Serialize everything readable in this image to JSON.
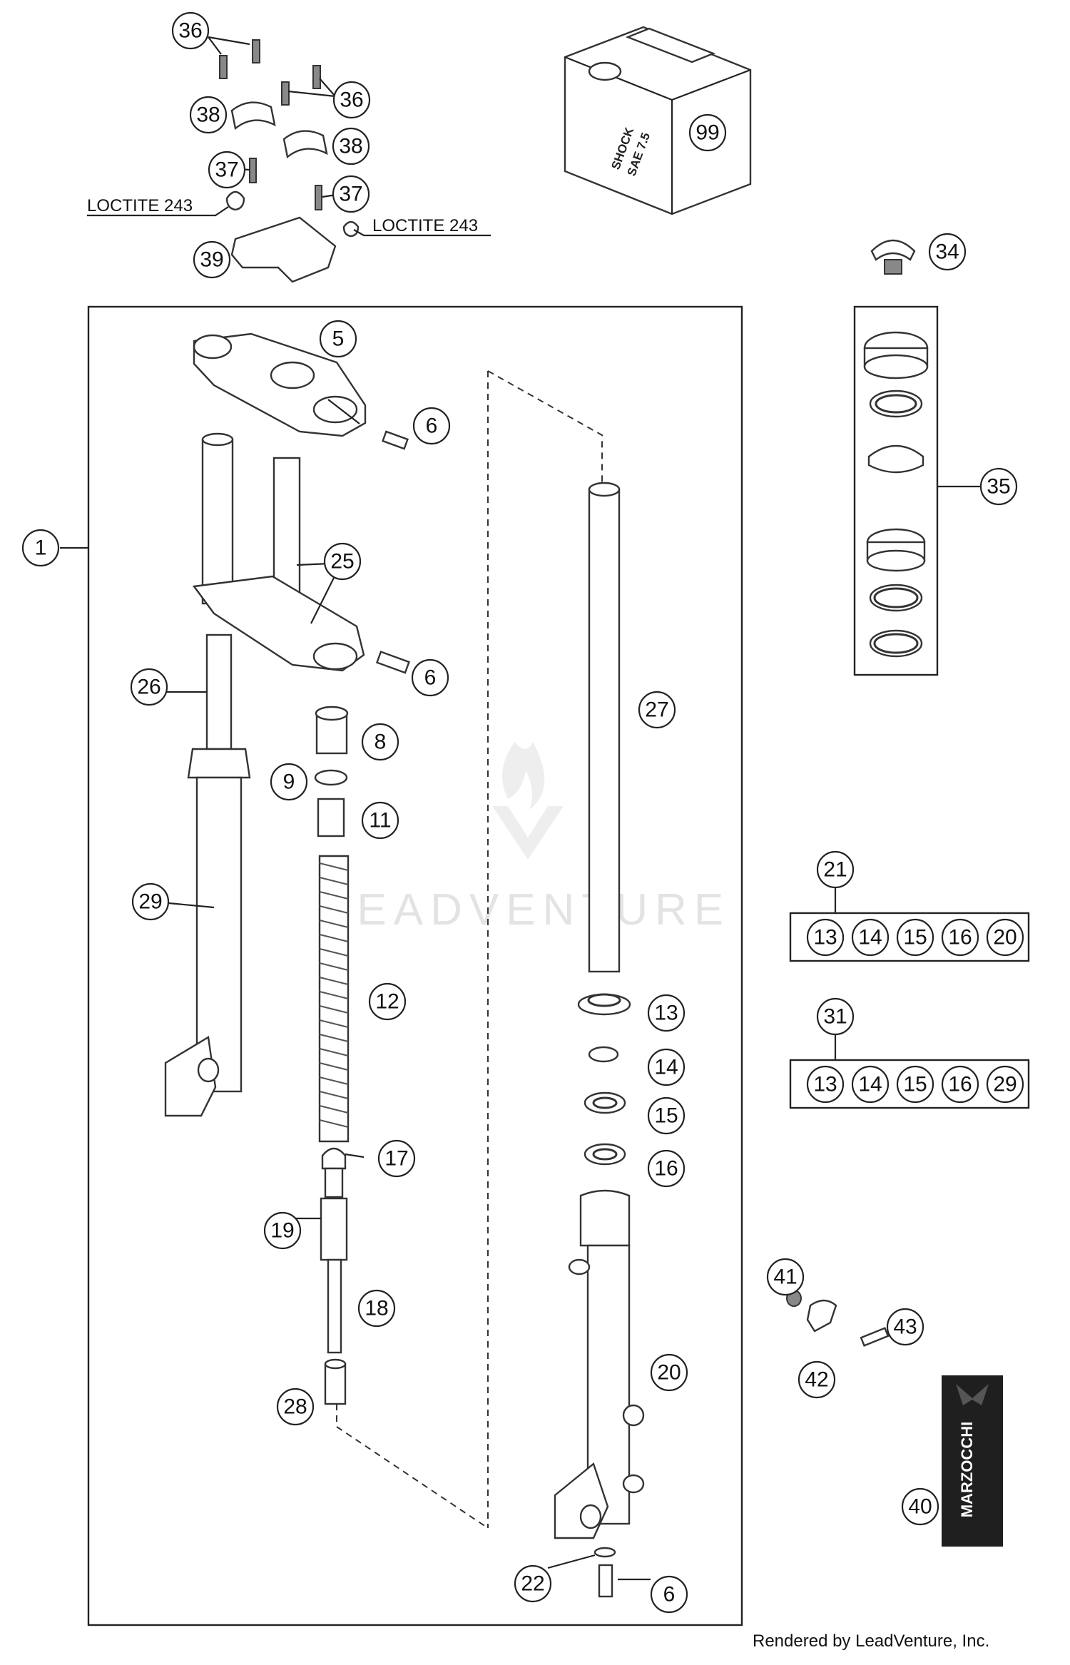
{
  "diagram": {
    "labels": {
      "l1": "1",
      "l5": "5",
      "l6a": "6",
      "l6b": "6",
      "l6c": "6",
      "l8": "8",
      "l9": "9",
      "l11": "11",
      "l12": "12",
      "l13": "13",
      "l14": "14",
      "l15": "15",
      "l16": "16",
      "l17": "17",
      "l18": "18",
      "l19": "19",
      "l20": "20",
      "l21": "21",
      "l22": "22",
      "l25": "25",
      "l26": "26",
      "l27": "27",
      "l28": "28",
      "l29": "29",
      "l31": "31",
      "l34": "34",
      "l35": "35",
      "l36a": "36",
      "l36b": "36",
      "l37a": "37",
      "l37b": "37",
      "l38a": "38",
      "l38b": "38",
      "l39": "39",
      "l40": "40",
      "l41": "41",
      "l42": "42",
      "l43": "43",
      "l99": "99"
    },
    "kit21": {
      "label": "21",
      "items": [
        "13",
        "14",
        "15",
        "16",
        "20"
      ]
    },
    "kit31": {
      "label": "31",
      "items": [
        "13",
        "14",
        "15",
        "16",
        "29"
      ]
    },
    "notes": {
      "loctite_a": "LOCTITE 243",
      "loctite_b": "LOCTITE 243"
    },
    "bottle_text": {
      "line1": "SHOCK",
      "line2": "SAE 7.5"
    },
    "brand_badge": "MARZOCCHI",
    "watermark": "LEADVENTURE",
    "credit": "Rendered by LeadVenture, Inc."
  }
}
